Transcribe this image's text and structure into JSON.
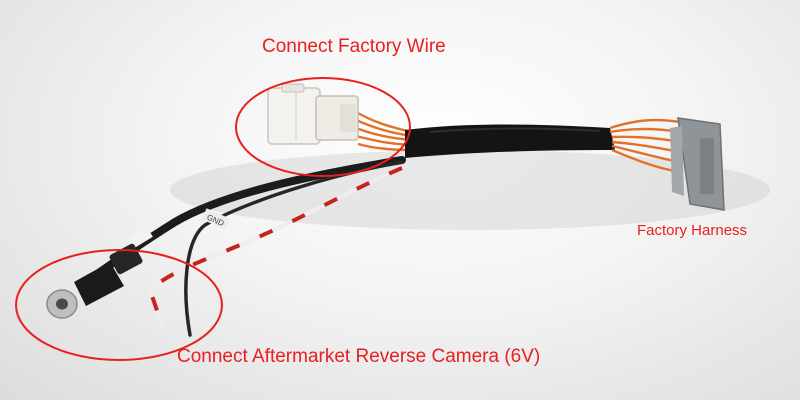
{
  "annotations": {
    "factory_wire": "Connect Factory Wire",
    "factory_harness": "Factory Harness",
    "camera": "Connect Aftermarket Reverse Camera (6V)",
    "wire_marking": "GND"
  },
  "colors": {
    "annotation": "#e8201e",
    "background": "#f2f2f2",
    "harness_sleeve": "#141414",
    "orange_wires": "#e0722a",
    "white_connector": "#f4f2ee",
    "grey_connector": "#8f9499"
  }
}
